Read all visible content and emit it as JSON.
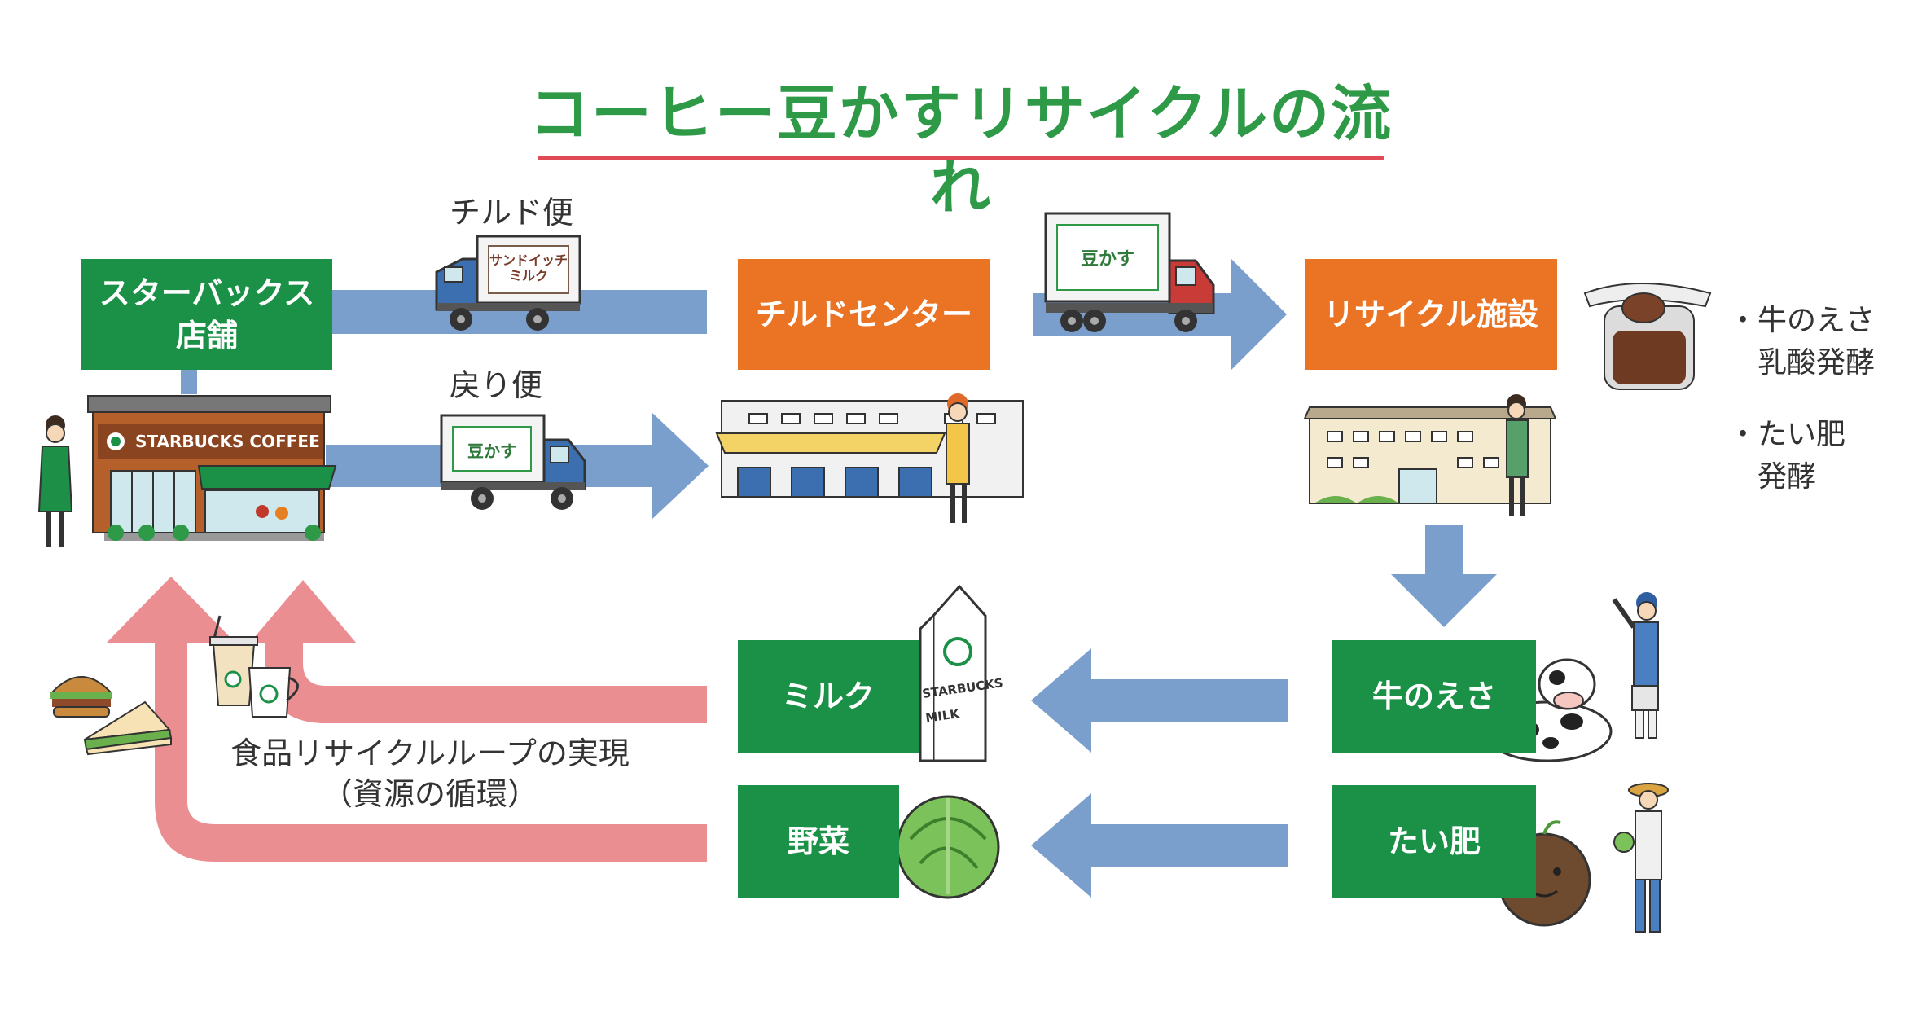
{
  "title": "コーヒー豆かすリサイクルの流れ",
  "nodes": {
    "store": "スターバックス\n店舗",
    "chilled_center": "チルドセンター",
    "recycle_facility": "リサイクル施設",
    "cattle_feed": "牛のえさ",
    "compost": "たい肥",
    "milk": "ミルク",
    "vegetables": "野菜"
  },
  "routes": {
    "outbound": "チルド便",
    "return": "戻り便"
  },
  "processes": {
    "feed": "・牛のえさ\n　乳酸発酵",
    "compost": "・たい肥\n　発酵"
  },
  "loop_caption": "食品リサイクルループの実現\n（資源の循環）",
  "illustration_text": {
    "store_sign": "STARBUCKS COFFEE",
    "truck_outbound_cargo": "サンドイッチ\nミルク",
    "truck_return_cargo": "豆かす",
    "truck_big_cargo": "豆かす",
    "milk_carton": "STARBUCKS\nMILK"
  },
  "colors": {
    "title": "#2e9a47",
    "green_box": "#1a9146",
    "orange_box": "#eb7424",
    "blue_arrow": "#7a9fcc",
    "pink_arrow": "#eb8e92",
    "title_underline": "#e04a57"
  },
  "icons": [
    "store-icon",
    "barista-icon",
    "truck-icon",
    "warehouse-icon",
    "worker-icon",
    "facility-icon",
    "coffee-grounds-jar-icon",
    "cow-icon",
    "farmer-icon",
    "milk-carton-icon",
    "cabbage-icon",
    "compost-ball-icon",
    "sandwich-icon",
    "burger-icon",
    "coffee-cup-icon"
  ]
}
